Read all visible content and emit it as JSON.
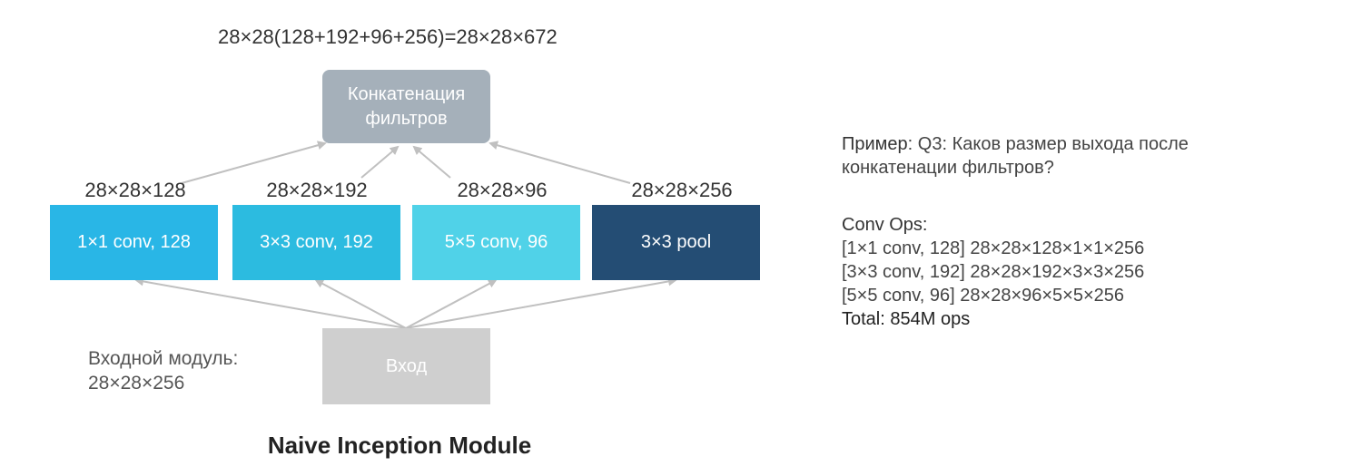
{
  "formula": "28×28(128+192+96+256)=28×28×672",
  "concat_box": {
    "line1": "Конкатенация",
    "line2": "фильтров"
  },
  "branches": [
    {
      "size": "28×28×128",
      "label": "1×1 conv, 128",
      "color": "#29b6e6"
    },
    {
      "size": "28×28×192",
      "label": "3×3 conv, 192",
      "color": "#2cbbe0"
    },
    {
      "size": "28×28×96",
      "label": "5×5 conv, 96",
      "color": "#50d2e8"
    },
    {
      "size": "28×28×256",
      "label": "3×3 pool",
      "color": "#244d74"
    }
  ],
  "input_box": {
    "label": "Вход",
    "color": "#cfcfcf"
  },
  "input_label": {
    "line1": "Входной модуль:",
    "line2": "28×28×256"
  },
  "title": "Naive Inception Module",
  "example": {
    "prefix": "Пример",
    "question_line1": ": Q3: Каков размер выхода после",
    "question_line2": "конкатенации фильтров?"
  },
  "conv_ops": {
    "heading": "Conv Ops:",
    "lines": [
      "[1×1 conv, 128] 28×28×128×1×1×256",
      "[3×3 conv, 192] 28×28×192×3×3×256",
      "[5×5 conv, 96] 28×28×96×5×5×256"
    ],
    "total": "Total: 854M ops"
  },
  "colors": {
    "concat": "#a5b0ba",
    "arrow": "#c0c0c0"
  }
}
